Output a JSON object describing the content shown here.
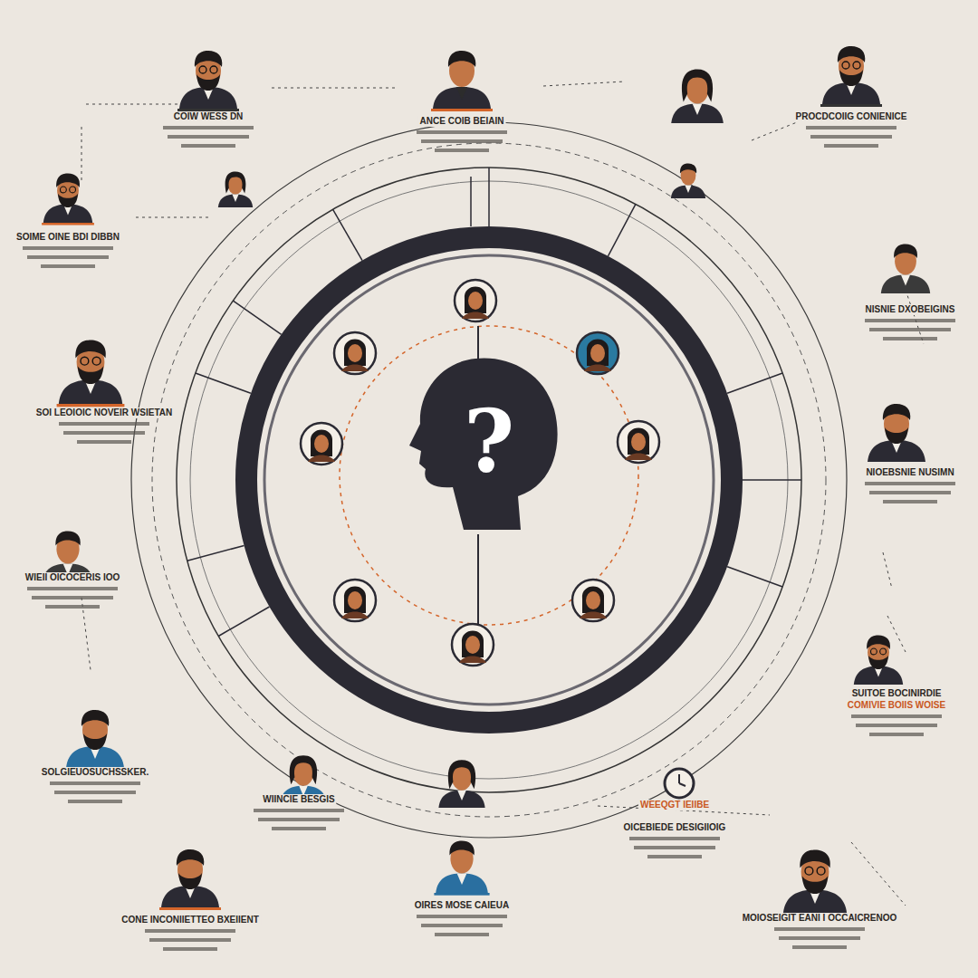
{
  "diagram": {
    "labels": [
      "COIW WESS DN",
      "SOIME OINE BDI DIBBN",
      "ANCE COIB BEIAIN",
      "PROCDCOIIG CONIENICE",
      "NISNIE DXOBEIGINS",
      "SOI LEOIOIC NOVEIR WSIETAN",
      "NIOEBSNIE NUSIMN",
      "WIEII OICOCERIS IOO",
      "SUITOE BOCINIRDIE",
      "COMIVIE BOIIS WOISE",
      "SOLGIEUOSUCHSSKER.",
      "WIINCIE BESGIS",
      "OIRES MOSE CAIEUA",
      "WEEQGT IEIIBE",
      "OICEBIEDE DESIGIIOIG",
      "CONE INCONIIETTEO BXEIIENT",
      "MOIOSEIGIT EANI I OCCAICRENOO",
      "?"
    ]
  }
}
